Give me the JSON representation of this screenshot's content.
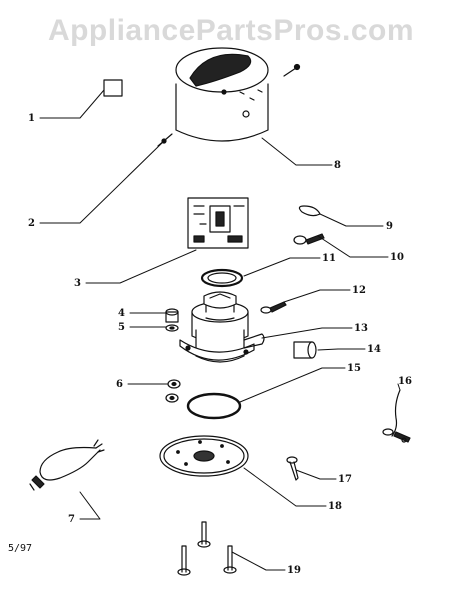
{
  "watermark": "AppliancePartsPros.com",
  "revision": "5/97",
  "callouts": [
    "1",
    "2",
    "3",
    "4",
    "5",
    "6",
    "7",
    "8",
    "9",
    "10",
    "11",
    "12",
    "13",
    "14",
    "15",
    "16",
    "17",
    "18",
    "19"
  ]
}
